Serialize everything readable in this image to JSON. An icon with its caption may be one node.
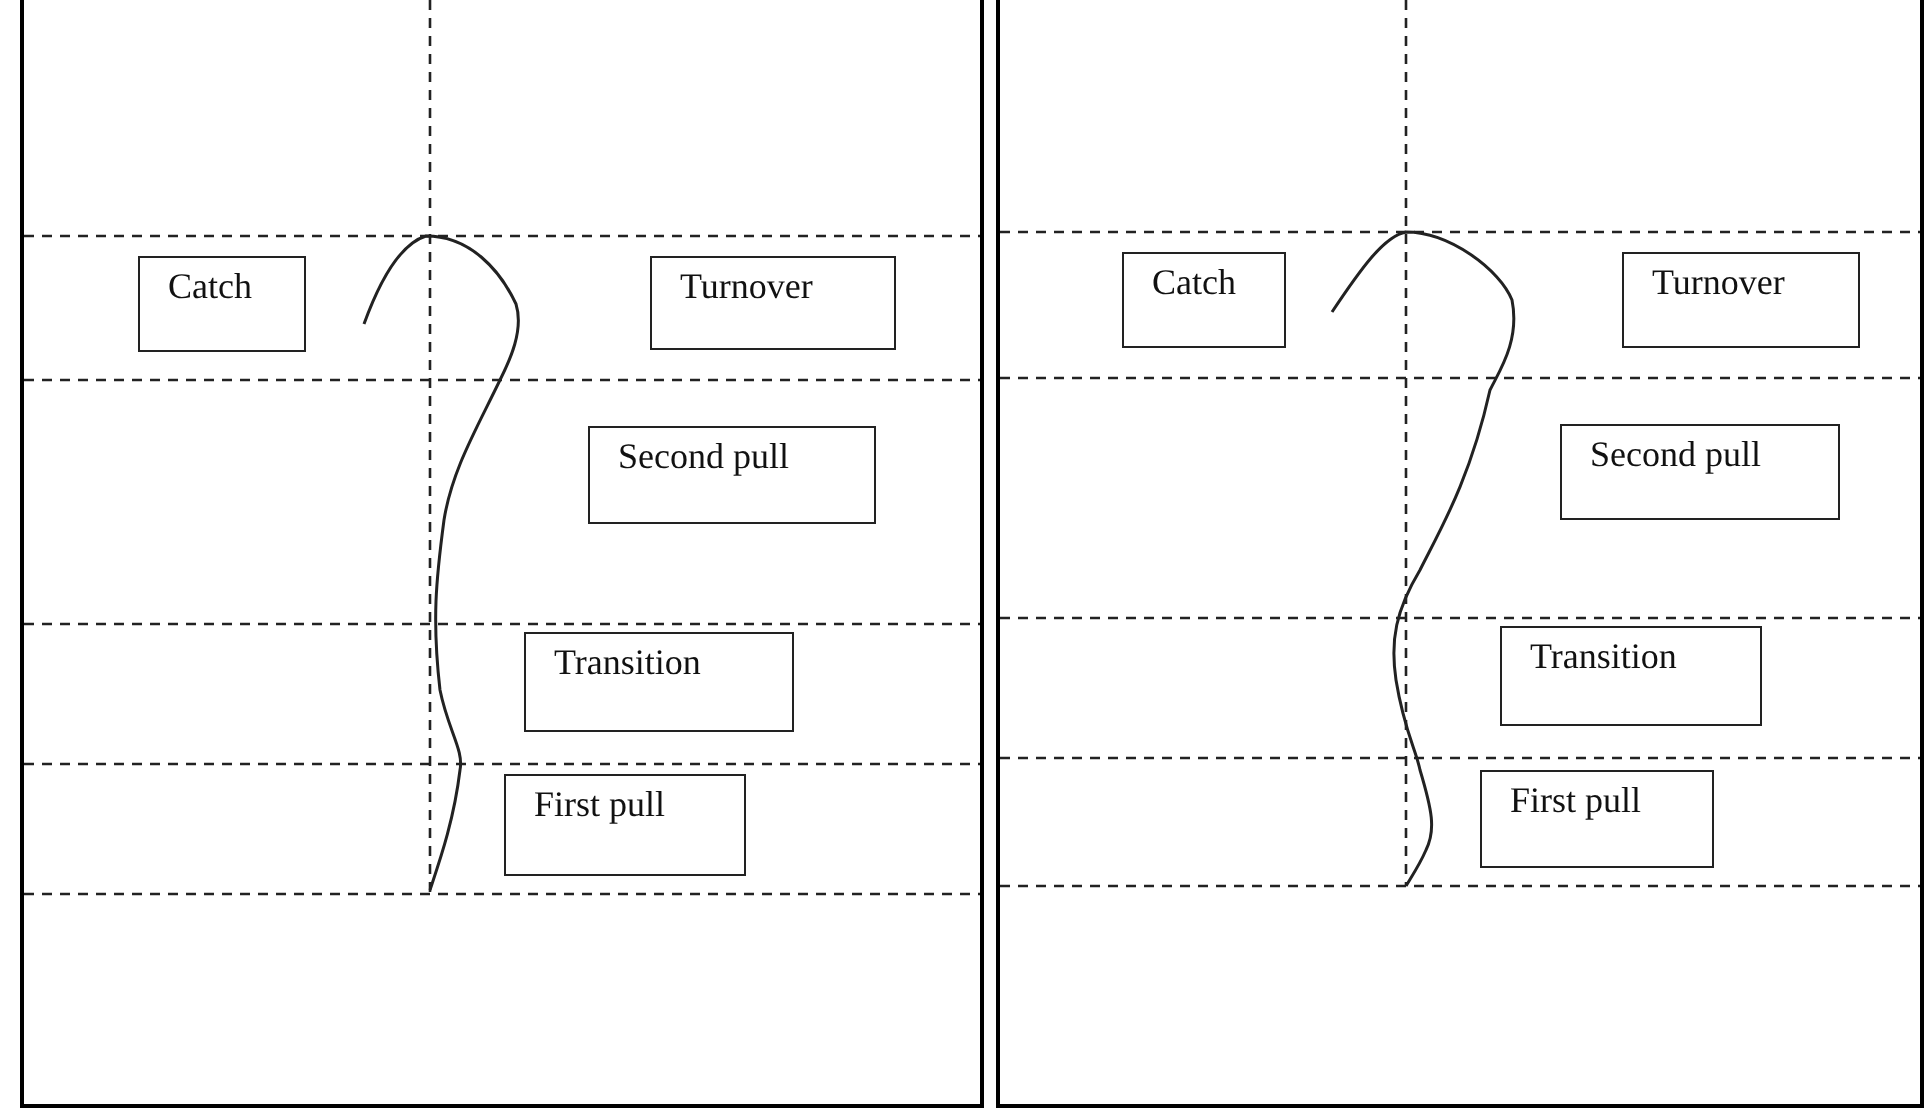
{
  "diagram": {
    "nodes": [
      {
        "text": [],
        "shape": "box"
      },
      {
        "text": [
          "Catch"
        ],
        "in": 0
      },
      {
        "text": [
          "Turnover"
        ],
        "in": 0
      },
      {
        "text": [
          "Second pull"
        ],
        "in": 0
      },
      {
        "text": [
          "Transition"
        ],
        "in": 0
      },
      {
        "text": [
          "First pull"
        ],
        "in": 0
      },
      {
        "text": [],
        "shape": "box"
      },
      {
        "text": [
          "Catch"
        ],
        "in": 6
      },
      {
        "text": [
          "Turnover"
        ],
        "in": 6
      },
      {
        "text": [
          "Second pull"
        ],
        "in": 6
      },
      {
        "text": [
          "Transition"
        ],
        "in": 6
      },
      {
        "text": [
          "First pull"
        ],
        "in": 6
      }
    ]
  }
}
